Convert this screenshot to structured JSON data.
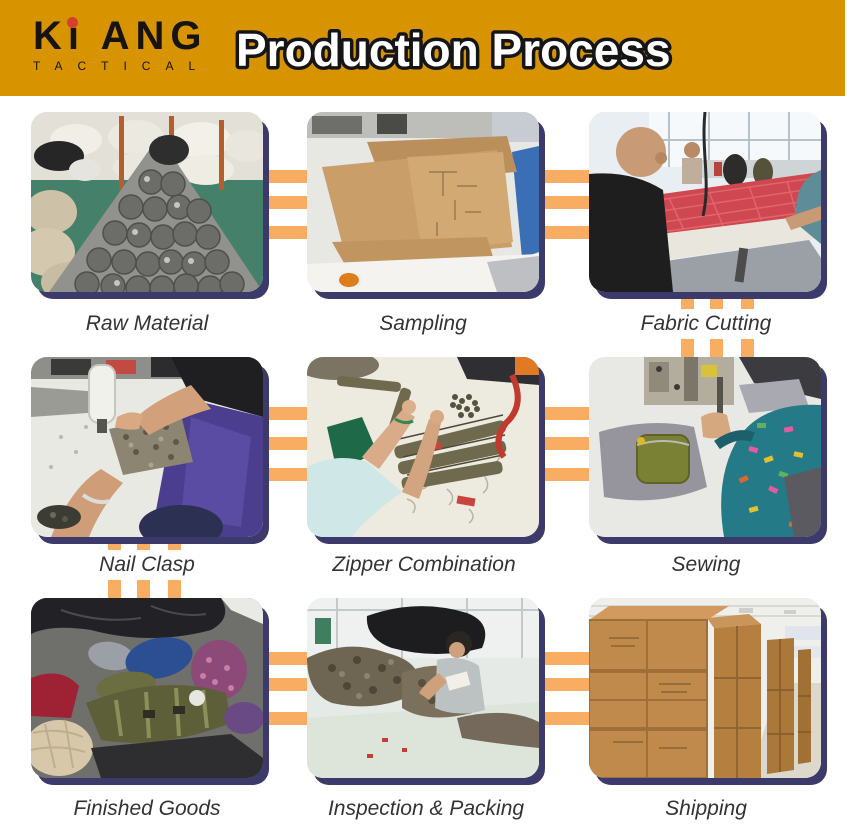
{
  "header": {
    "logo": {
      "part1": "K",
      "i_stem": "ı",
      "part2": " ANG",
      "tagline": "TACTICAL"
    },
    "title": "Production Process"
  },
  "colors": {
    "header_bg": "#d79400",
    "connector_bar": "#f9ad62",
    "photo_shadow": "#3b3a6b",
    "caption_text": "#333333",
    "title_fill": "#ffffff",
    "title_outline": "#151515",
    "logo_dot": "#d6402e"
  },
  "steps": [
    {
      "label": "Raw Material",
      "photo": "raw-material-photo"
    },
    {
      "label": "Sampling",
      "photo": "sampling-photo"
    },
    {
      "label": "Fabric Cutting",
      "photo": "fabric-cutting-photo"
    },
    {
      "label": "Nail Clasp",
      "photo": "nail-clasp-photo"
    },
    {
      "label": "Zipper Combination",
      "photo": "zipper-combination-photo"
    },
    {
      "label": "Sewing",
      "photo": "sewing-photo"
    },
    {
      "label": "Finished Goods",
      "photo": "finished-goods-photo"
    },
    {
      "label": "Inspection & Packing",
      "photo": "inspection-packing-photo"
    },
    {
      "label": "Shipping",
      "photo": "shipping-photo"
    }
  ]
}
